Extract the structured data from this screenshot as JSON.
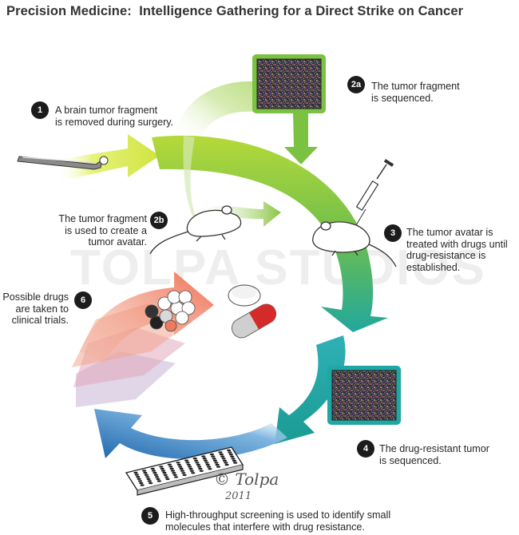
{
  "title": "Precision Medicine:  Intelligence Gathering for a Direct Strike on Cancer",
  "steps": [
    {
      "id": "1",
      "lines": [
        "A brain tumor fragment",
        "is removed during surgery."
      ]
    },
    {
      "id": "2a",
      "lines": [
        "The tumor fragment",
        "is sequenced."
      ]
    },
    {
      "id": "2b",
      "lines": [
        "The tumor fragment",
        "is used to create a",
        "tumor avatar."
      ]
    },
    {
      "id": "3",
      "lines": [
        "The tumor avatar is",
        "treated with drugs until",
        "drug-resistance is",
        "established."
      ]
    },
    {
      "id": "4",
      "lines": [
        "The drug-resistant tumor",
        "is sequenced."
      ]
    },
    {
      "id": "5",
      "lines": [
        "High-throughput screening is used to identify small",
        "molecules that interfere with drug resistance."
      ]
    },
    {
      "id": "6",
      "lines": [
        "Possible drugs",
        "are taken to",
        "clinical trials."
      ]
    }
  ],
  "watermark": "TOLPA STUDIOS",
  "signature": {
    "text": "© Tolpa",
    "year": "2011"
  },
  "colors": {
    "lime": "#c7e23a",
    "green": "#7cc242",
    "teal": "#1fa7a3",
    "blue": "#1f6fb5",
    "salmon": "#ef7b5e",
    "badge": "#1c1c1c"
  }
}
